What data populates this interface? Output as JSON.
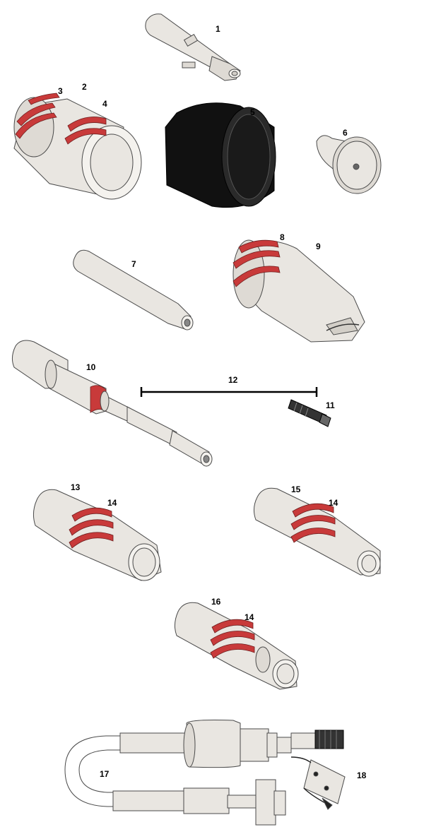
{
  "labels": {
    "p1": "1",
    "p2": "2",
    "p3": "3",
    "p4": "4",
    "p5": "5",
    "p6": "6",
    "p7": "7",
    "p8": "8",
    "p9": "9",
    "p10": "10",
    "p11": "11",
    "p12": "12",
    "p13": "13",
    "p14a": "14",
    "p14b": "14",
    "p14c": "14",
    "p15": "15",
    "p16": "16",
    "p17": "17",
    "p18": "18"
  },
  "colors": {
    "part_body": "#e9e6e1",
    "o_ring": "#c83a3a",
    "sleeve": "#111111",
    "background": "#ffffff"
  }
}
